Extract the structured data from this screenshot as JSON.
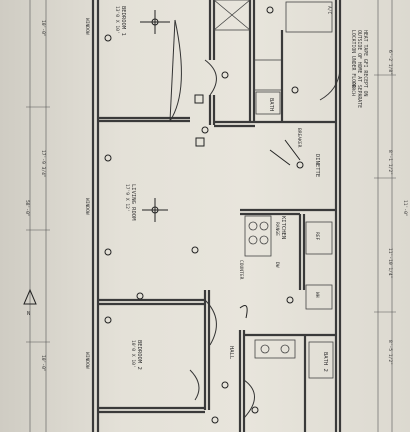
{
  "rooms": {
    "bedroom1": {
      "name": "BEDROOM 1",
      "size": "13'0 X 10'"
    },
    "living": {
      "name": "LIVING ROOM",
      "size": "17'9 X 12'"
    },
    "bedroom2": {
      "name": "BEDROOM 2",
      "size": "10'0 X 10'"
    },
    "bath": {
      "name": "BATH"
    },
    "bath2": {
      "name": "BATH 2"
    },
    "kitchen": {
      "name": "KITCHEN"
    },
    "dinette": {
      "name": "DINETTE"
    },
    "hall": {
      "name": "HALL"
    }
  },
  "dimensions": {
    "top_a": "10'-0\"",
    "top_b": "17'-9 3/4\"",
    "top_c": "10'-0\"",
    "total": "58'-0\"",
    "right_a": "6'-2 1/8\"",
    "right_b": "8'-1 1/2\"",
    "right_c": "11'-10 1/4\"",
    "right_d": "8'-5 1/2\"",
    "right_e": "11'-0\""
  },
  "labels": {
    "window_1": "WINDOW",
    "window_2": "WINDOW",
    "window_3": "WINDOW",
    "breaker": "BREAKER",
    "porch": "PORCH",
    "counter": "COUNTER",
    "range": "RANGE",
    "dw": "DW",
    "ref": "REF",
    "wh": "WH",
    "ac": "A/C",
    "north": "N"
  },
  "notes": {
    "line1": "HEAT TAPE GFI RECEPT ON",
    "line2": "OUTSIDE OF HOME AT SEPARATE",
    "line3": "LOCATION UNDER FLOOR"
  },
  "colors": {
    "paper": "#e5e2d9",
    "ink": "#333333"
  }
}
